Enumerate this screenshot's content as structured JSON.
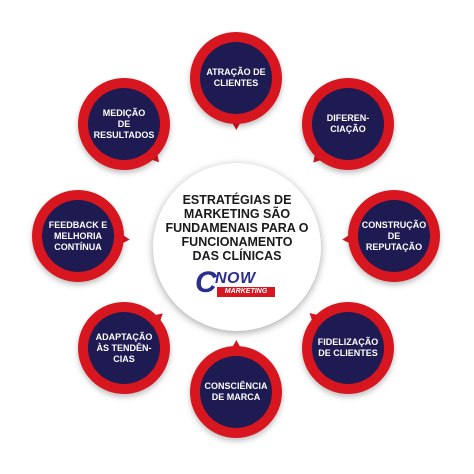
{
  "center": {
    "title": "ESTRATÉGIAS DE\nMARKETING SÃO\nFUNDAMENAIS PARA O\nFUNCIONAMENTO\nDAS CLÍNICAS",
    "logo": {
      "letter": "C",
      "word": "NOW",
      "sub": "MARKETING"
    }
  },
  "nodes": [
    {
      "id": "atracao",
      "label": "ATRAÇÃO DE\nCLIENTES"
    },
    {
      "id": "diferenciacao",
      "label": "DIFEREN-\nCIAÇÃO"
    },
    {
      "id": "construcao",
      "label": "CONSTRUÇÃO\nDE REPUTAÇÃO"
    },
    {
      "id": "fidelizacao",
      "label": "FIDELIZAÇÃO\nDE CLIENTES"
    },
    {
      "id": "consciencia",
      "label": "CONSCIÊNCIA\nDE MARCA"
    },
    {
      "id": "adaptacao",
      "label": "ADAPTAÇÃO\nÀS TENDÊN-\nCIAS"
    },
    {
      "id": "feedback",
      "label": "FEEDBACK E\nMELHORIA\nCONTÍNUA"
    },
    {
      "id": "medicao",
      "label": "MEDIÇÃO\nDE\nRESULTADOS"
    }
  ],
  "colors": {
    "ring": "#d8161f",
    "inner": "#1d1b52",
    "logo": "#2b2e8c"
  }
}
